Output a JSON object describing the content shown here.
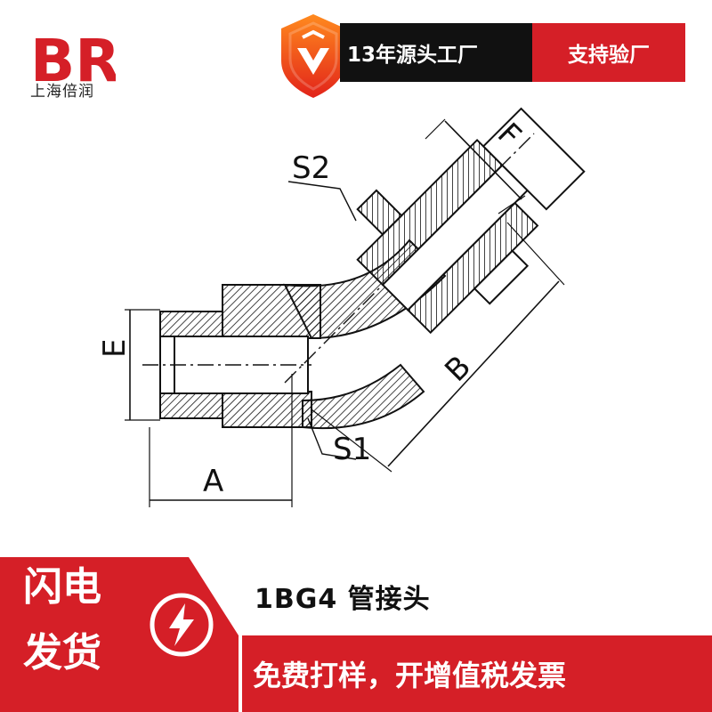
{
  "brand": {
    "logo_letters": "BR",
    "name": "上海倍润",
    "logo_color": "#d51f27"
  },
  "header": {
    "banner_left": "13年源头工厂",
    "banner_right": "支持验厂",
    "accent": "#d51f27"
  },
  "drawing": {
    "labels": {
      "s2": "S2",
      "f": "F",
      "e": "E",
      "b": "B",
      "s1": "S1",
      "a": "A"
    }
  },
  "footer": {
    "left_line1": "闪电",
    "left_line2": "发货",
    "product_title": "1BG4  管接头",
    "promo": "免费打样，开增值税发票",
    "bolt_icon": "lightning-icon"
  }
}
